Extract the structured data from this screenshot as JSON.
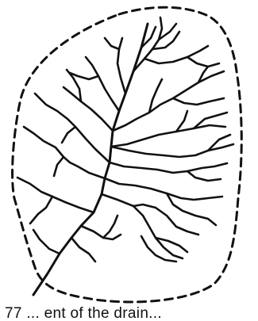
{
  "figure": {
    "type": "dendritic drainage basin",
    "boundary_style": "dashed",
    "line_color": "#111111",
    "background": "#ffffff"
  },
  "caption": {
    "text": "77 ... ent of the drain..."
  }
}
